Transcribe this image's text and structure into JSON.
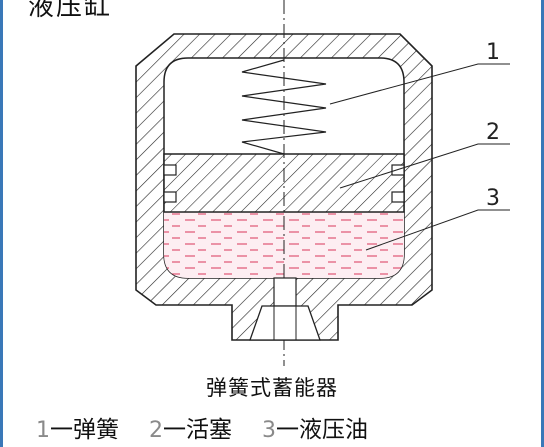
{
  "top_fragment": "液压缸",
  "callouts": [
    "1",
    "2",
    "3"
  ],
  "caption": "弹簧式蓄能器",
  "legend": [
    {
      "num": "1",
      "label": "一弹簧"
    },
    {
      "num": "2",
      "label": "一活塞"
    },
    {
      "num": "3",
      "label": "一液压油"
    }
  ],
  "colors": {
    "frame_accent": "#3a78b8",
    "oil_dashes": "#d9355a",
    "oil_fill": "#fde8ee",
    "hatch": "#222222"
  }
}
